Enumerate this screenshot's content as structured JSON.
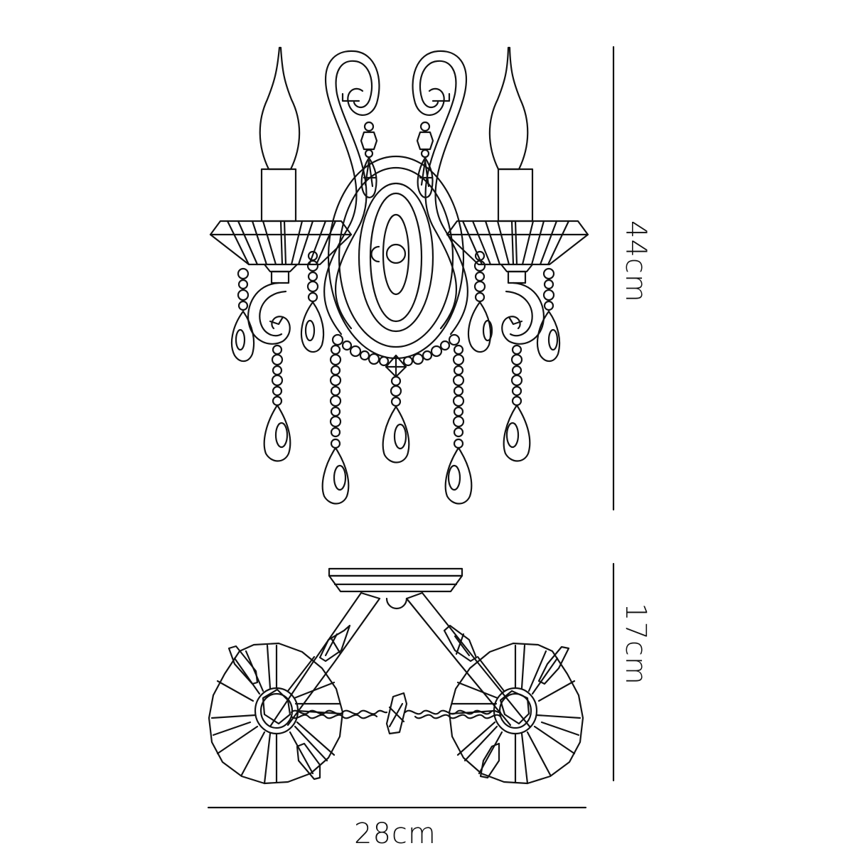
{
  "diagram": {
    "subject": "Twin-arm crystal candle wall light",
    "views": [
      {
        "name": "front elevation",
        "dimension_label": "44cm",
        "dimension_axis": "height"
      },
      {
        "name": "top / projection view",
        "dimension_label": "17cm",
        "dimension_axis": "projection"
      }
    ],
    "overall_width_label": "28cm"
  },
  "dimensions": {
    "front_height": "44cm",
    "projection": "17cm",
    "width": "28cm"
  },
  "colors": {
    "line": "#111111",
    "background": "#ffffff"
  }
}
